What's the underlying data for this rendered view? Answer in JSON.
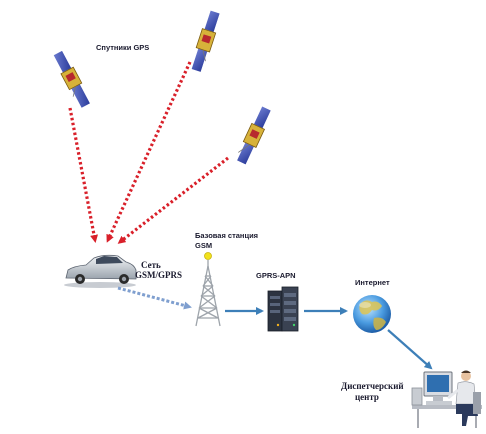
{
  "labels": {
    "gps_satellites": "Спутники GPS",
    "base_station_line1": "Базовая станция",
    "base_station_line2": "GSM",
    "network_line1": "Сеть",
    "network_line2": "GSM/GPRS",
    "gprs_apn": "GPRS-APN",
    "internet": "Интернет",
    "dispatch_line1": "Диспетчерский",
    "dispatch_line2": "центр"
  },
  "colors": {
    "gps_signal": "#d9202a",
    "car_link": "#7f9fcf",
    "data_link": "#3d7fb8",
    "text": "#1a1a2e"
  },
  "icons": [
    "satellite-icon",
    "car-icon",
    "cell-tower-icon",
    "server-rack-icon",
    "globe-icon",
    "operator-workstation-icon"
  ]
}
